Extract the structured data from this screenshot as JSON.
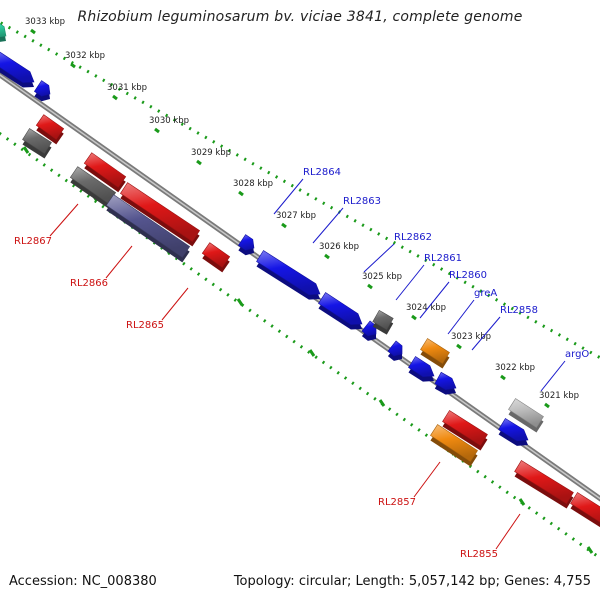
{
  "header": {
    "title": "Rhizobium leguminosarum bv. viciae 3841, complete genome"
  },
  "footer": {
    "accession_label": "Accession:",
    "accession": "NC_008380",
    "topology_label": "Topology:",
    "topology": "circular",
    "length_label": "Length:",
    "length": "5,057,142 bp",
    "genes_label": "Genes:",
    "genes": "4,755"
  },
  "colors": {
    "forward": "#1515e6",
    "reverse": "#e01818",
    "pseudo_dark": "#55558f",
    "gray": "#6a6a6a",
    "light_gray": "#bdbdbd",
    "orange": "#f08a10",
    "teal": "#2ed0a0",
    "forward_label": "#1a1acc",
    "reverse_label": "#cc1111",
    "ruler": "#1a9a1a"
  },
  "ruler": {
    "unit": "kbp",
    "ticks": [
      "3033 kbp",
      "3032 kbp",
      "3031 kbp",
      "3030 kbp",
      "3029 kbp",
      "3028 kbp",
      "3027 kbp",
      "3026 kbp",
      "3025 kbp",
      "3024 kbp",
      "3023 kbp",
      "3022 kbp",
      "3021 kbp"
    ]
  },
  "genes": {
    "forward_labels": [
      "RL2864",
      "RL2863",
      "RL2862",
      "RL2861",
      "RL2860",
      "greA",
      "RL2858",
      "argO"
    ],
    "reverse_labels": [
      "RL2867",
      "RL2866",
      "RL2865",
      "RL2857",
      "RL2855"
    ]
  }
}
